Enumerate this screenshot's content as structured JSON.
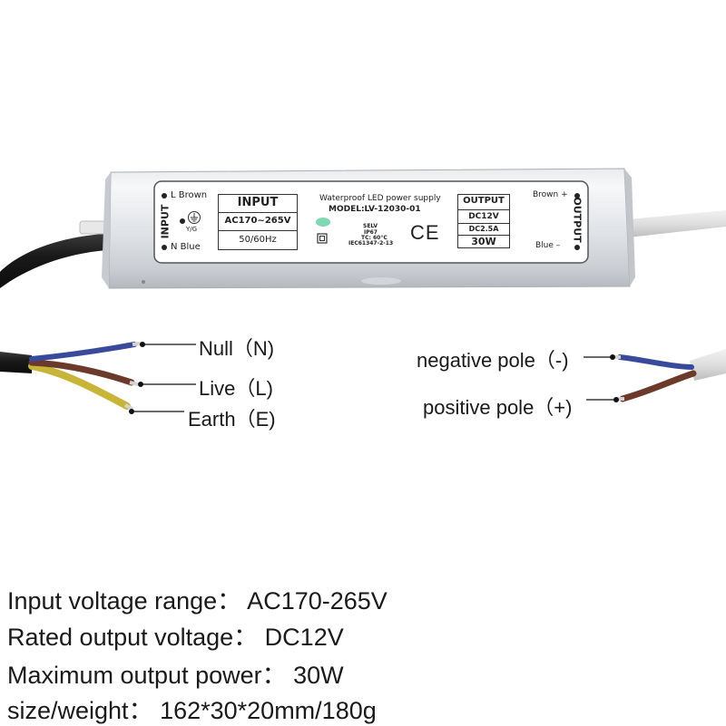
{
  "device": {
    "input_side_label": "INPUT",
    "output_side_label": "OUTPUT",
    "input_terminal_L": "L  Brown",
    "input_terminal_ground": "Y/G",
    "input_terminal_N": "N  Blue",
    "input_header": "INPUT",
    "input_voltage": "AC170~265V",
    "input_frequency": "50/60Hz",
    "product_title": "Waterproof LED power supply",
    "model": "MODEL:LV-12030-01",
    "cert_selv": "SELV",
    "cert_ip": "IP67",
    "cert_tc": "TC: 60°C",
    "cert_iec": "IEC61347-2-13",
    "ce_mark": "CE",
    "output_header": "OUTPUT",
    "output_voltage": "DC12V",
    "output_current": "DC2.5A",
    "output_power": "30W",
    "output_terminal_pos": "Brown +",
    "output_terminal_neg": "Blue  –"
  },
  "wires": {
    "null": "Null（N)",
    "live": "Live（L)",
    "earth": "Earth（E)",
    "negative": "negative pole（-)",
    "positive": "positive pole（+)"
  },
  "specs": {
    "input_range": "Input voltage range： AC170-265V",
    "rated_output": "Rated output voltage： DC12V",
    "max_power": "Maximum output power： 30W",
    "size_weight": "size/weight： 162*30*20mm/180g"
  },
  "colors": {
    "brown_wire": "#6b3a2a",
    "blue_wire": "#3a4a9a",
    "yellow_wire": "#c9b43a",
    "black_cable": "#1f1f1f",
    "white_cable": "#dcdcdc"
  }
}
